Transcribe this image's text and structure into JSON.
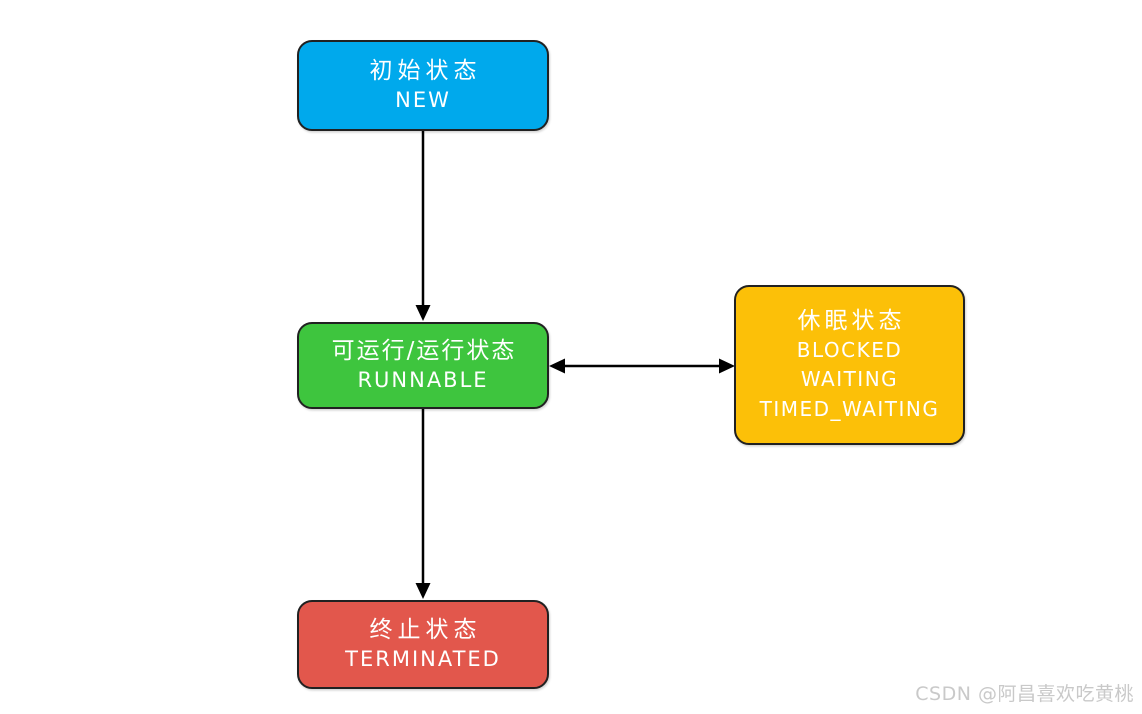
{
  "diagram": {
    "title": "thread-state-diagram",
    "background": "#ffffff",
    "edge_color": "#000000",
    "border_color": "#212121",
    "text_color": "#ffffff"
  },
  "nodes": {
    "new": {
      "label_zh": "初始状态",
      "label_en": "NEW",
      "color": "#00A9EC"
    },
    "runnable": {
      "label_zh": "可运行/运行状态",
      "label_en": "RUNNABLE",
      "color": "#3EC53E"
    },
    "sleep": {
      "label_zh": "休眠状态",
      "lines": [
        "BLOCKED",
        "WAITING",
        "TIMED_WAITING"
      ],
      "color": "#FCC008"
    },
    "terminated": {
      "label_zh": "终止状态",
      "label_en": "TERMINATED",
      "color": "#E2574C"
    }
  },
  "edges": [
    {
      "from": "new",
      "to": "runnable",
      "type": "arrow"
    },
    {
      "from": "runnable",
      "to": "terminated",
      "type": "arrow"
    },
    {
      "from": "runnable",
      "to": "sleep",
      "type": "double-arrow"
    }
  ],
  "watermark": {
    "text": "CSDN @阿昌喜欢吃黄桃",
    "color": "#c9c9c9"
  }
}
